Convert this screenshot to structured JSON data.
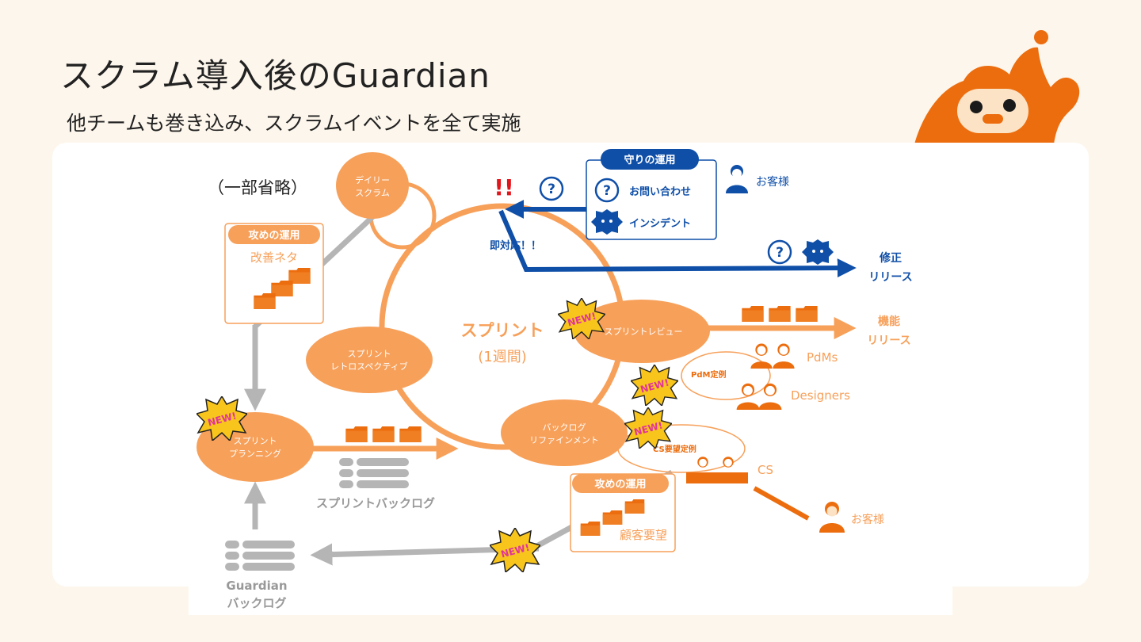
{
  "title": "スクラム導入後のGuardian",
  "subtitle": "他チームも巻き込み、スクラムイベントを全て実施",
  "note": "（一部省略）",
  "events": {
    "daily": [
      "デイリー",
      "スクラム"
    ],
    "retro": [
      "スプリント",
      "レトロスペクティブ"
    ],
    "review": "スプリントレビュー",
    "refinement": [
      "バックログ",
      "リファインメント"
    ],
    "planning": [
      "スプリント",
      "プランニング"
    ]
  },
  "sprint": {
    "label": "スプリント",
    "period": "(1週間)"
  },
  "defensive": {
    "title": "守りの運用",
    "inquiry": "お問い合わせ",
    "incident": "インシデント",
    "urgent_mark": "!!",
    "immediate": "即対応！！"
  },
  "customer": "お客様",
  "fix_release": [
    "修正",
    "リリース"
  ],
  "feature_release": [
    "機能",
    "リリース"
  ],
  "offensive_top": {
    "title": "攻めの運用",
    "item": "改善ネタ"
  },
  "offensive_bottom": {
    "title": "攻めの運用",
    "item": "顧客要望"
  },
  "pdms": "PdMs",
  "designers": "Designers",
  "cs": "CS",
  "pdm_meeting": "PdM定例",
  "cs_meeting": "CS要望定例",
  "sprint_backlog": "スプリントバックログ",
  "guardian_backlog": [
    "Guardian",
    "バックログ"
  ],
  "new_badge": "NEW!",
  "colors": {
    "orange": "#f7a05a",
    "dark_orange": "#ec6d0e",
    "blue": "#0f4fa8",
    "gray": "#b5b5b5",
    "bg": "#fdf6ec"
  }
}
